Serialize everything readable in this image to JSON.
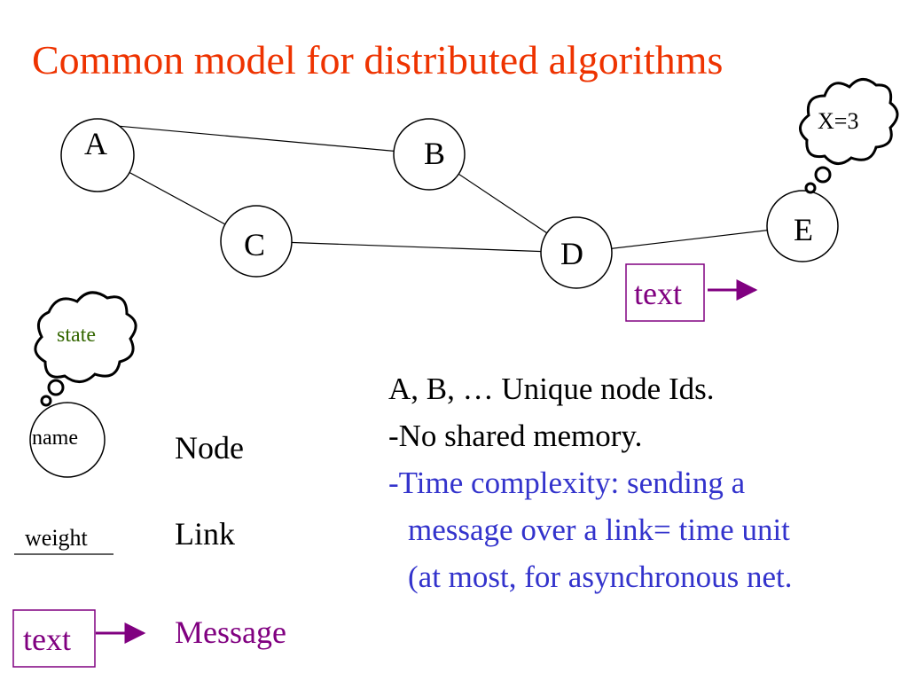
{
  "title": "Common model for distributed algorithms",
  "colors": {
    "title": "#ee3300",
    "text": "#000000",
    "state": "#336600",
    "message": "#800080",
    "notes_blue": "#3333cc"
  },
  "graph": {
    "nodes": [
      {
        "id": "A",
        "label": "A"
      },
      {
        "id": "B",
        "label": "B"
      },
      {
        "id": "C",
        "label": "C"
      },
      {
        "id": "D",
        "label": "D"
      },
      {
        "id": "E",
        "label": "E"
      }
    ],
    "edges": [
      {
        "from": "A",
        "to": "B"
      },
      {
        "from": "A",
        "to": "C"
      },
      {
        "from": "B",
        "to": "D"
      },
      {
        "from": "C",
        "to": "D"
      },
      {
        "from": "D",
        "to": "E"
      }
    ],
    "node_state": {
      "node": "E",
      "text": "X=3"
    },
    "message": {
      "text": "text"
    }
  },
  "legend": {
    "node": {
      "circle_text": "name",
      "state_text": "state",
      "label": "Node"
    },
    "link": {
      "weight_text": "weight",
      "label": "Link"
    },
    "message": {
      "box_text": "text",
      "label": "Message"
    }
  },
  "notes": [
    "A, B, …  Unique node Ids.",
    "-No shared memory.",
    "-Time complexity: sending a",
    "message over a link= time unit",
    "(at most, for asynchronous net."
  ]
}
